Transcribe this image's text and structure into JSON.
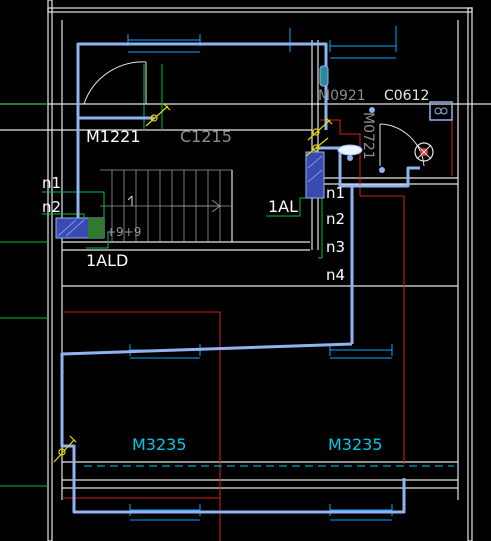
{
  "labels": {
    "door_m1221": "M1221",
    "window_c1215": "C1215",
    "door_m0921": "M0921",
    "window_c0612": "C0612",
    "door_m0721": "M0721",
    "circuit_n1_left": "n1",
    "circuit_n2_left": "n2",
    "stair_marker": "+9+9",
    "panel_1al": "1AL",
    "panel_1ald": "1ALD",
    "circuit_n1_right": "n1",
    "circuit_n2_right": "n2",
    "circuit_n3": "n3",
    "circuit_n4": "n4",
    "door_m3235_left": "M3235",
    "door_m3235_right": "M3235"
  },
  "colors": {
    "background": "#000000",
    "wall": "#e6e6e6",
    "wire": "#8fb4f0",
    "dim_line": "#00aaff",
    "cyan_text": "#00c8e8",
    "red_line": "#d42020",
    "green_line": "#00c040",
    "yellow_symbol": "#e8d800",
    "panel_fill": "#3a4ab0",
    "white_text": "#ffffff",
    "gray_text": "#8c8c8c"
  },
  "symbols": {
    "switch_icon": "switch-icon",
    "lamp_icon": "lamp-icon",
    "fan_icon": "exhaust-fan-icon",
    "socket_icon": "socket-icon",
    "panel_icon": "distribution-panel-icon"
  }
}
